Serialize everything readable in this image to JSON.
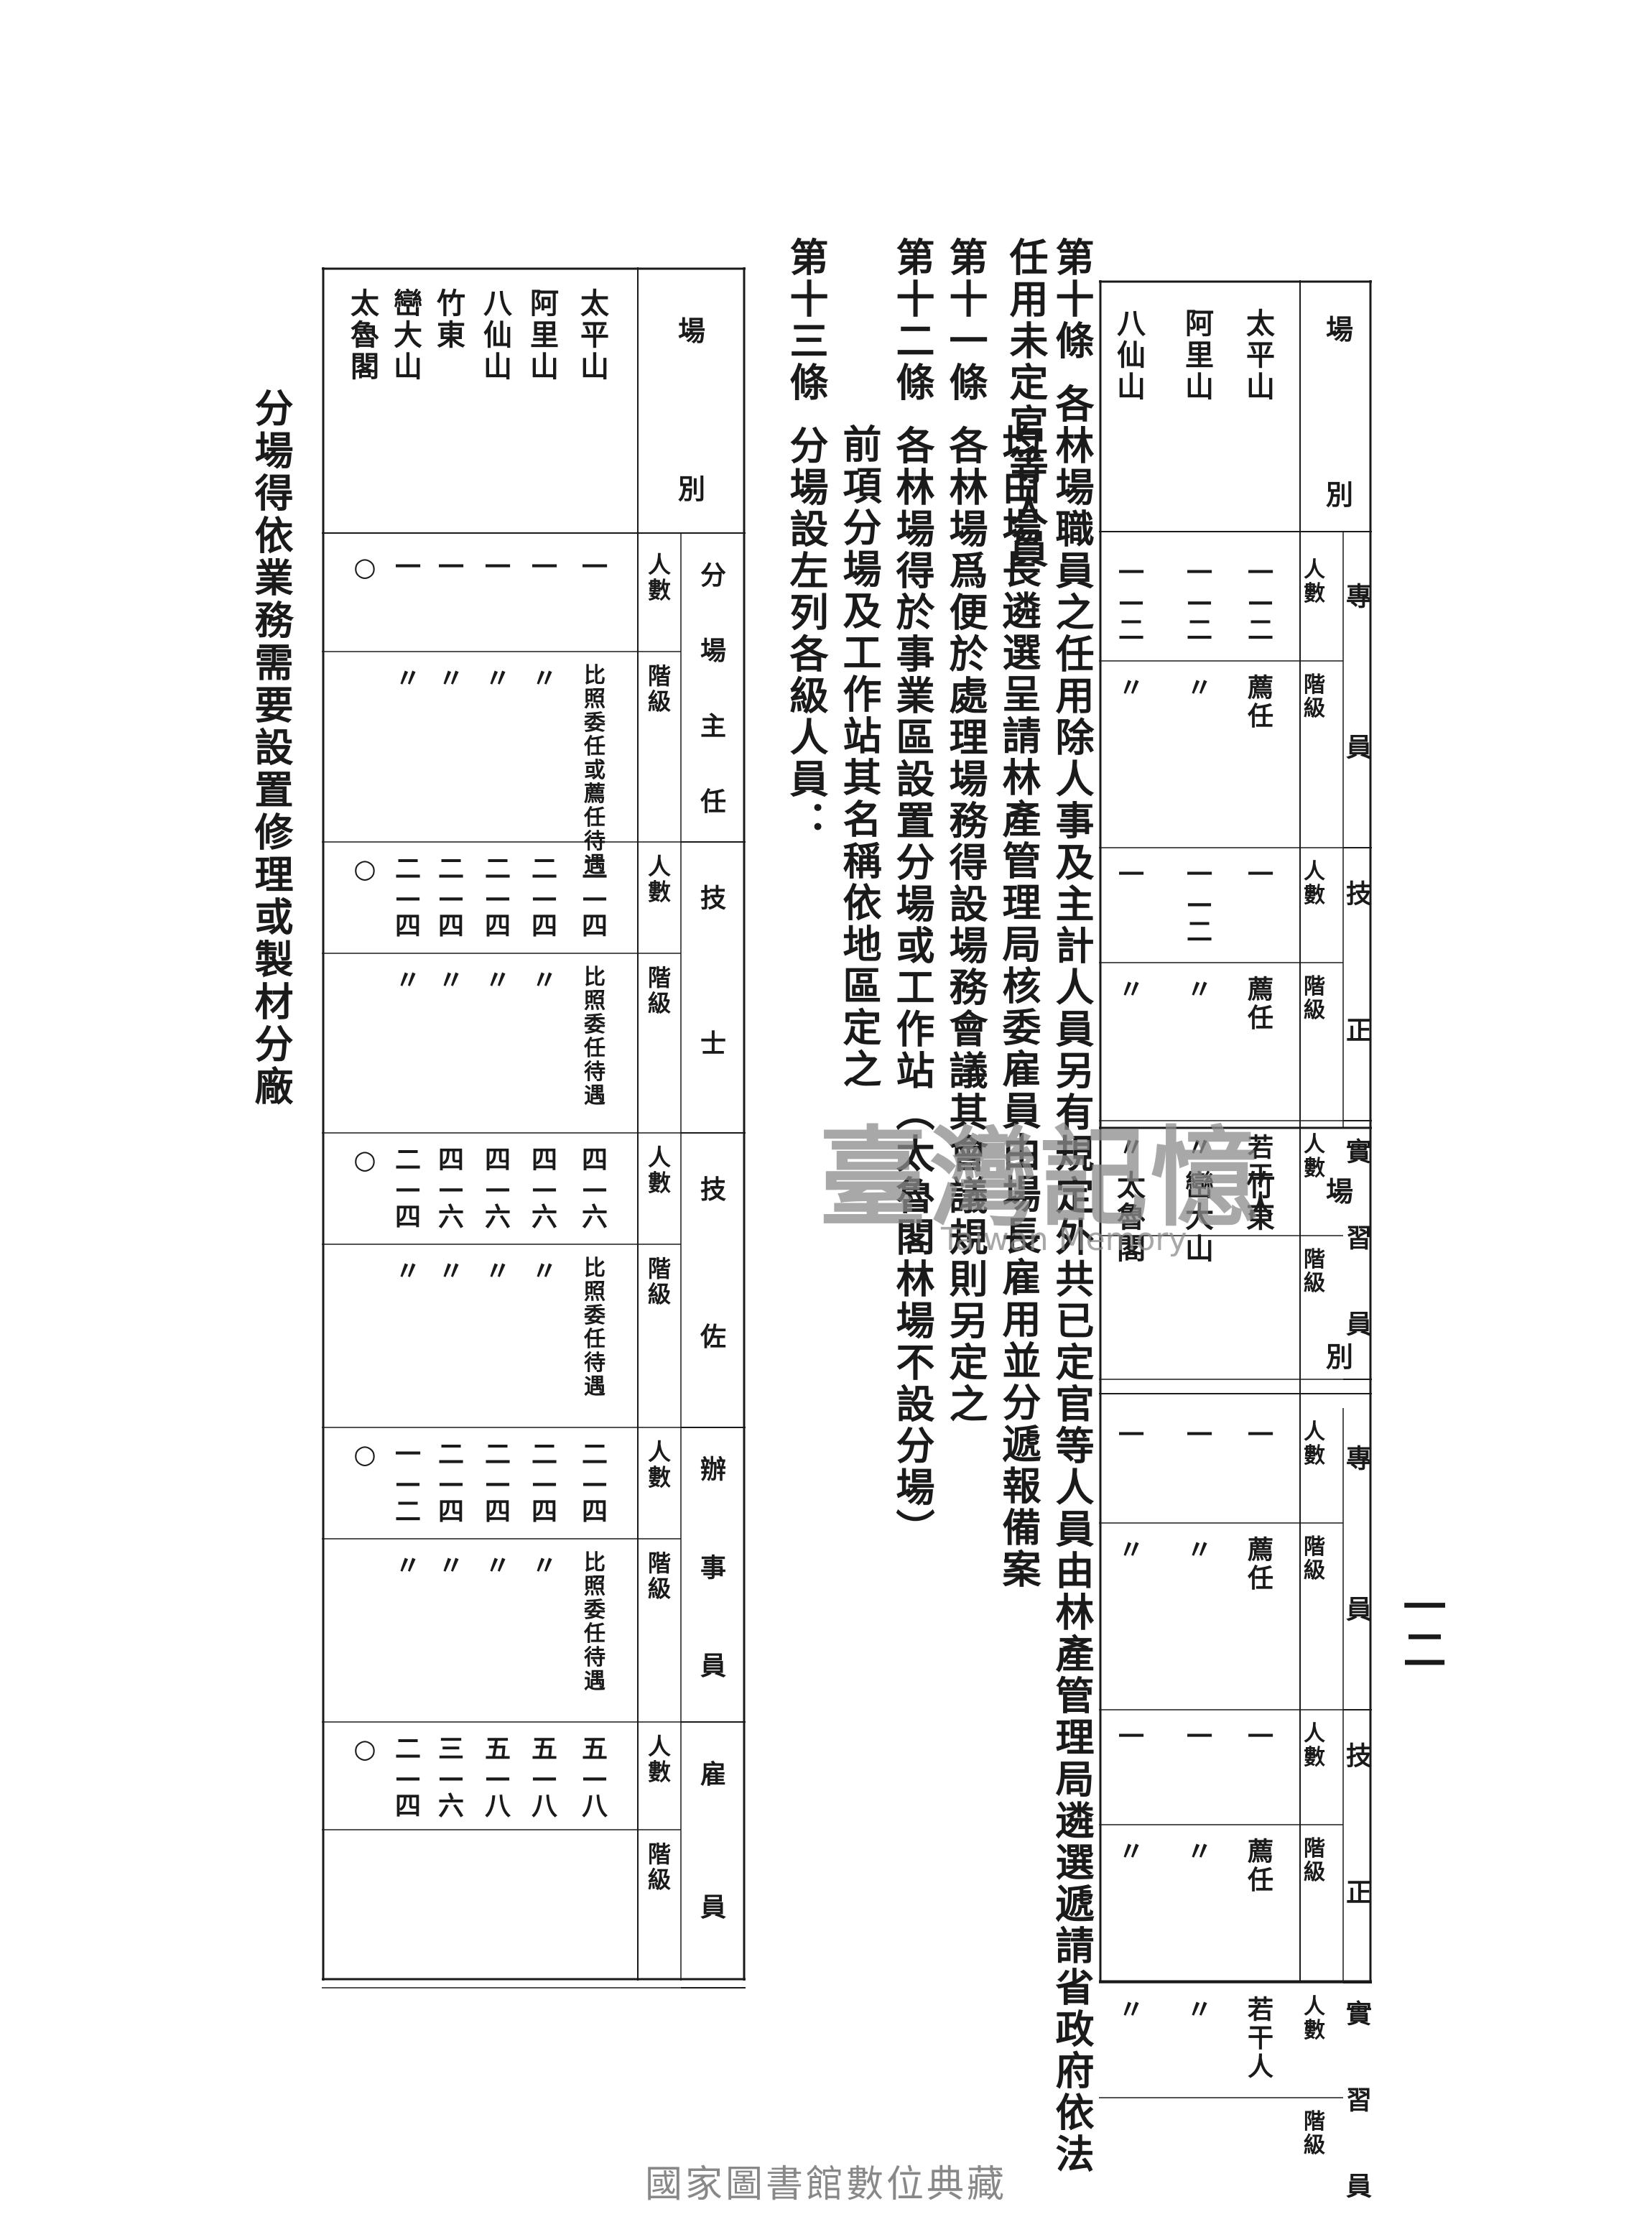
{
  "page_number": "一二",
  "articles": [
    {
      "no": "第十條",
      "lines": [
        "各林場職員之任用除人事及主計人員另有規定外共已定官等人員由林產管理局遴選遞請省政府依法任用未定官等人員",
        "均由場長遴選呈請林產管理局核委雇員由場長雇用並分遞報備案"
      ]
    },
    {
      "no": "第十一條",
      "lines": [
        "各林場爲便於處理場務得設場務會議其會議規則另定之"
      ]
    },
    {
      "no": "第十二條",
      "lines": [
        "各林場得於事業區設置分場或工作站",
        "前項分場及工作站其名稱依地區定之"
      ],
      "paren": "（太魯閣林場不設分場）"
    },
    {
      "no": "第十三條",
      "lines": [
        "分場設左列各級人員："
      ]
    }
  ],
  "staff_table": {
    "field_label": "場別",
    "groups": [
      "專員",
      "技正",
      "實習員"
    ],
    "sub_headers": [
      "人數",
      "階級"
    ],
    "part1_rows": [
      {
        "name": "太平山",
        "cells": [
          "一—二",
          "薦任",
          "一",
          "薦任",
          "若干人",
          ""
        ]
      },
      {
        "name": "阿里山",
        "cells": [
          "一—二",
          "〃",
          "一—二",
          "〃",
          "〃",
          ""
        ]
      },
      {
        "name": "八仙山",
        "cells": [
          "一—二",
          "〃",
          "一",
          "〃",
          "〃",
          ""
        ]
      }
    ],
    "part2_rows": [
      {
        "name": "竹東",
        "cells": [
          "一",
          "薦任",
          "一",
          "薦任",
          "若干人",
          ""
        ]
      },
      {
        "name": "巒大山",
        "cells": [
          "一",
          "〃",
          "一",
          "〃",
          "〃",
          ""
        ]
      },
      {
        "name": "太魯閣",
        "cells": [
          "一",
          "〃",
          "一",
          "〃",
          "〃",
          ""
        ]
      }
    ]
  },
  "branch_table": {
    "field_label": "場別",
    "groups": [
      "分場主任",
      "技士",
      "技佐",
      "辦事員",
      "雇員"
    ],
    "sub_headers": [
      "人數",
      "階級"
    ],
    "rows": [
      {
        "name": "太平山",
        "cells": [
          "一",
          "比照委任或薦任待遇",
          "二—四",
          "比照委任待遇",
          "四—六",
          "比照委任待遇",
          "二—四",
          "比照委任待遇",
          "五—八",
          ""
        ]
      },
      {
        "name": "阿里山",
        "cells": [
          "一",
          "〃",
          "二—四",
          "〃",
          "四—六",
          "〃",
          "二—四",
          "〃",
          "五—八",
          ""
        ]
      },
      {
        "name": "八仙山",
        "cells": [
          "一",
          "〃",
          "二—四",
          "〃",
          "四—六",
          "〃",
          "二—四",
          "〃",
          "五—八",
          ""
        ]
      },
      {
        "name": "竹東",
        "cells": [
          "一",
          "〃",
          "二—四",
          "〃",
          "四—六",
          "〃",
          "二—四",
          "〃",
          "三—六",
          ""
        ]
      },
      {
        "name": "巒大山",
        "cells": [
          "一",
          "〃",
          "二—四",
          "〃",
          "二—四",
          "〃",
          "一—二",
          "〃",
          "二—四",
          ""
        ]
      },
      {
        "name": "太魯閣",
        "cells": [
          "○",
          "",
          "○",
          "",
          "○",
          "",
          "○",
          "",
          "○",
          ""
        ]
      }
    ]
  },
  "footer_note": "分場得依業務需要設置修理或製材分廠",
  "watermark": {
    "cn": "臺灣記憶",
    "en": "Taiwan Memory"
  },
  "footer": "國家圖書館數位典藏"
}
